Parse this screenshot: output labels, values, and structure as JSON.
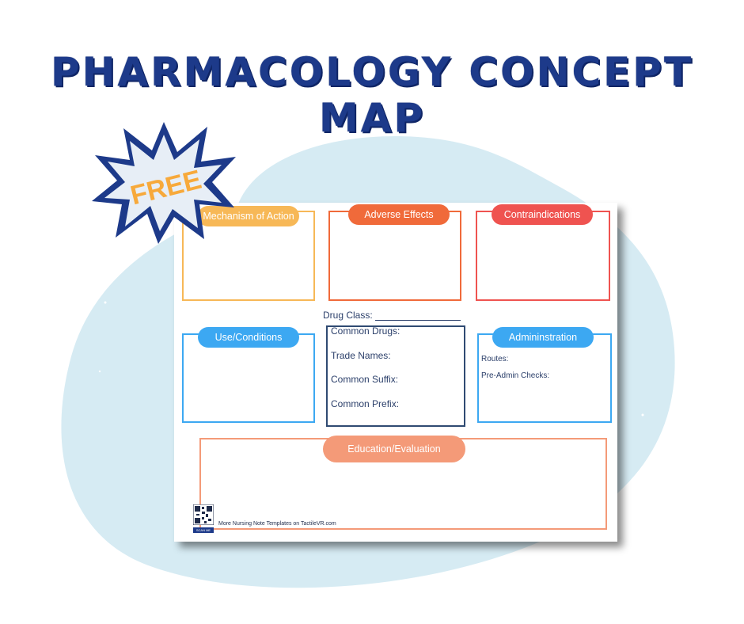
{
  "title": "PHARMACOLOGY CONCEPT MAP",
  "badge": "FREE",
  "colors": {
    "title": "#1d3a8a",
    "blob": "#d6ebf3",
    "mechanism": "#f7b857",
    "adverse": "#f06a3a",
    "contra": "#ef5350",
    "use": "#3ca8f2",
    "administration": "#3ca8f2",
    "center": "#2f4a72",
    "education": "#f49a78"
  },
  "sections": {
    "mechanism": "Mechanism of Action",
    "adverse": "Adverse Effects",
    "contra": "Contraindications",
    "use": "Use/Conditions",
    "administration": "Admininstration",
    "education": "Education/Evaluation"
  },
  "drug_class": "Drug Class:",
  "center_fields": {
    "common_drugs": "Common Drugs:",
    "trade_names": "Trade Names:",
    "common_suffix": "Common Suffix:",
    "common_prefix": "Common Prefix:"
  },
  "admin_fields": {
    "routes": "Routes:",
    "pre_admin": "Pre-Admin Checks:"
  },
  "footer": {
    "text": "More Nursing Note Templates on TactileVR.com",
    "qr_label": "SCAN ME"
  }
}
